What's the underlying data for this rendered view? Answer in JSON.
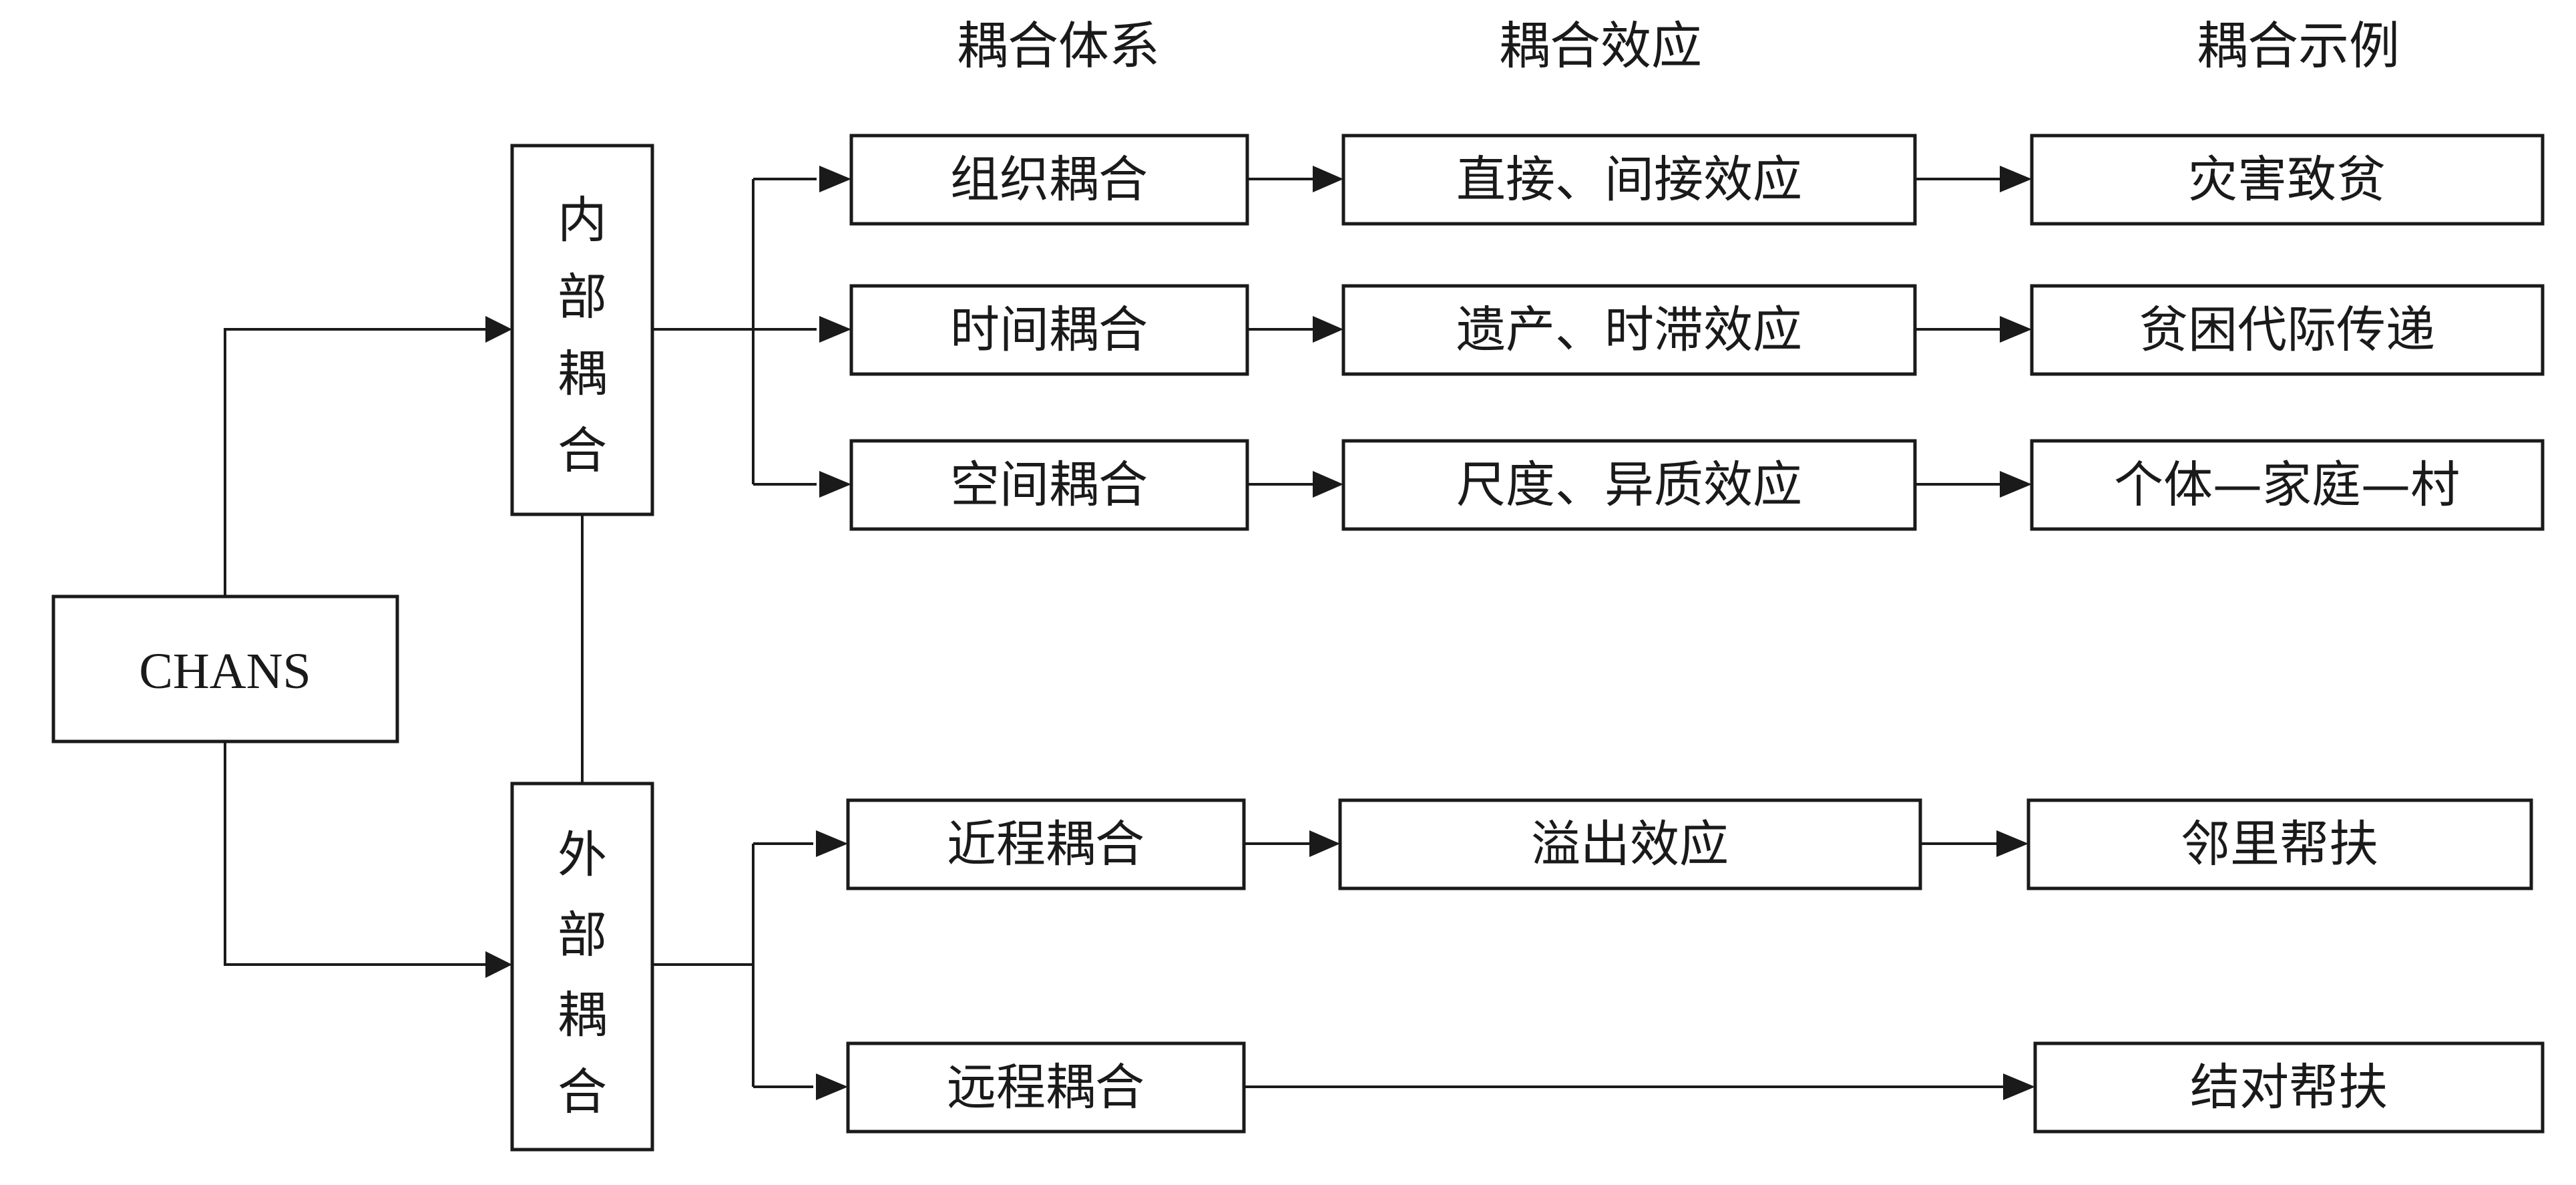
{
  "headers": {
    "system": "耦合体系",
    "effect": "耦合效应",
    "example": "耦合示例"
  },
  "root": {
    "label": "CHANS"
  },
  "internal": {
    "chars": [
      "内",
      "部",
      "耦",
      "合"
    ]
  },
  "external": {
    "chars": [
      "外",
      "部",
      "耦",
      "合"
    ]
  },
  "rows": [
    {
      "system": "组织耦合",
      "effect": "直接、间接效应",
      "example": "灾害致贫"
    },
    {
      "system": "时间耦合",
      "effect": "遗产、时滞效应",
      "example": "贫困代际传递"
    },
    {
      "system": "空间耦合",
      "effect": "尺度、异质效应",
      "example": "个体—家庭—村"
    },
    {
      "system": "近程耦合",
      "effect": "溢出效应",
      "example": "邻里帮扶"
    },
    {
      "system": "远程耦合",
      "effect": "",
      "example": "结对帮扶"
    }
  ]
}
